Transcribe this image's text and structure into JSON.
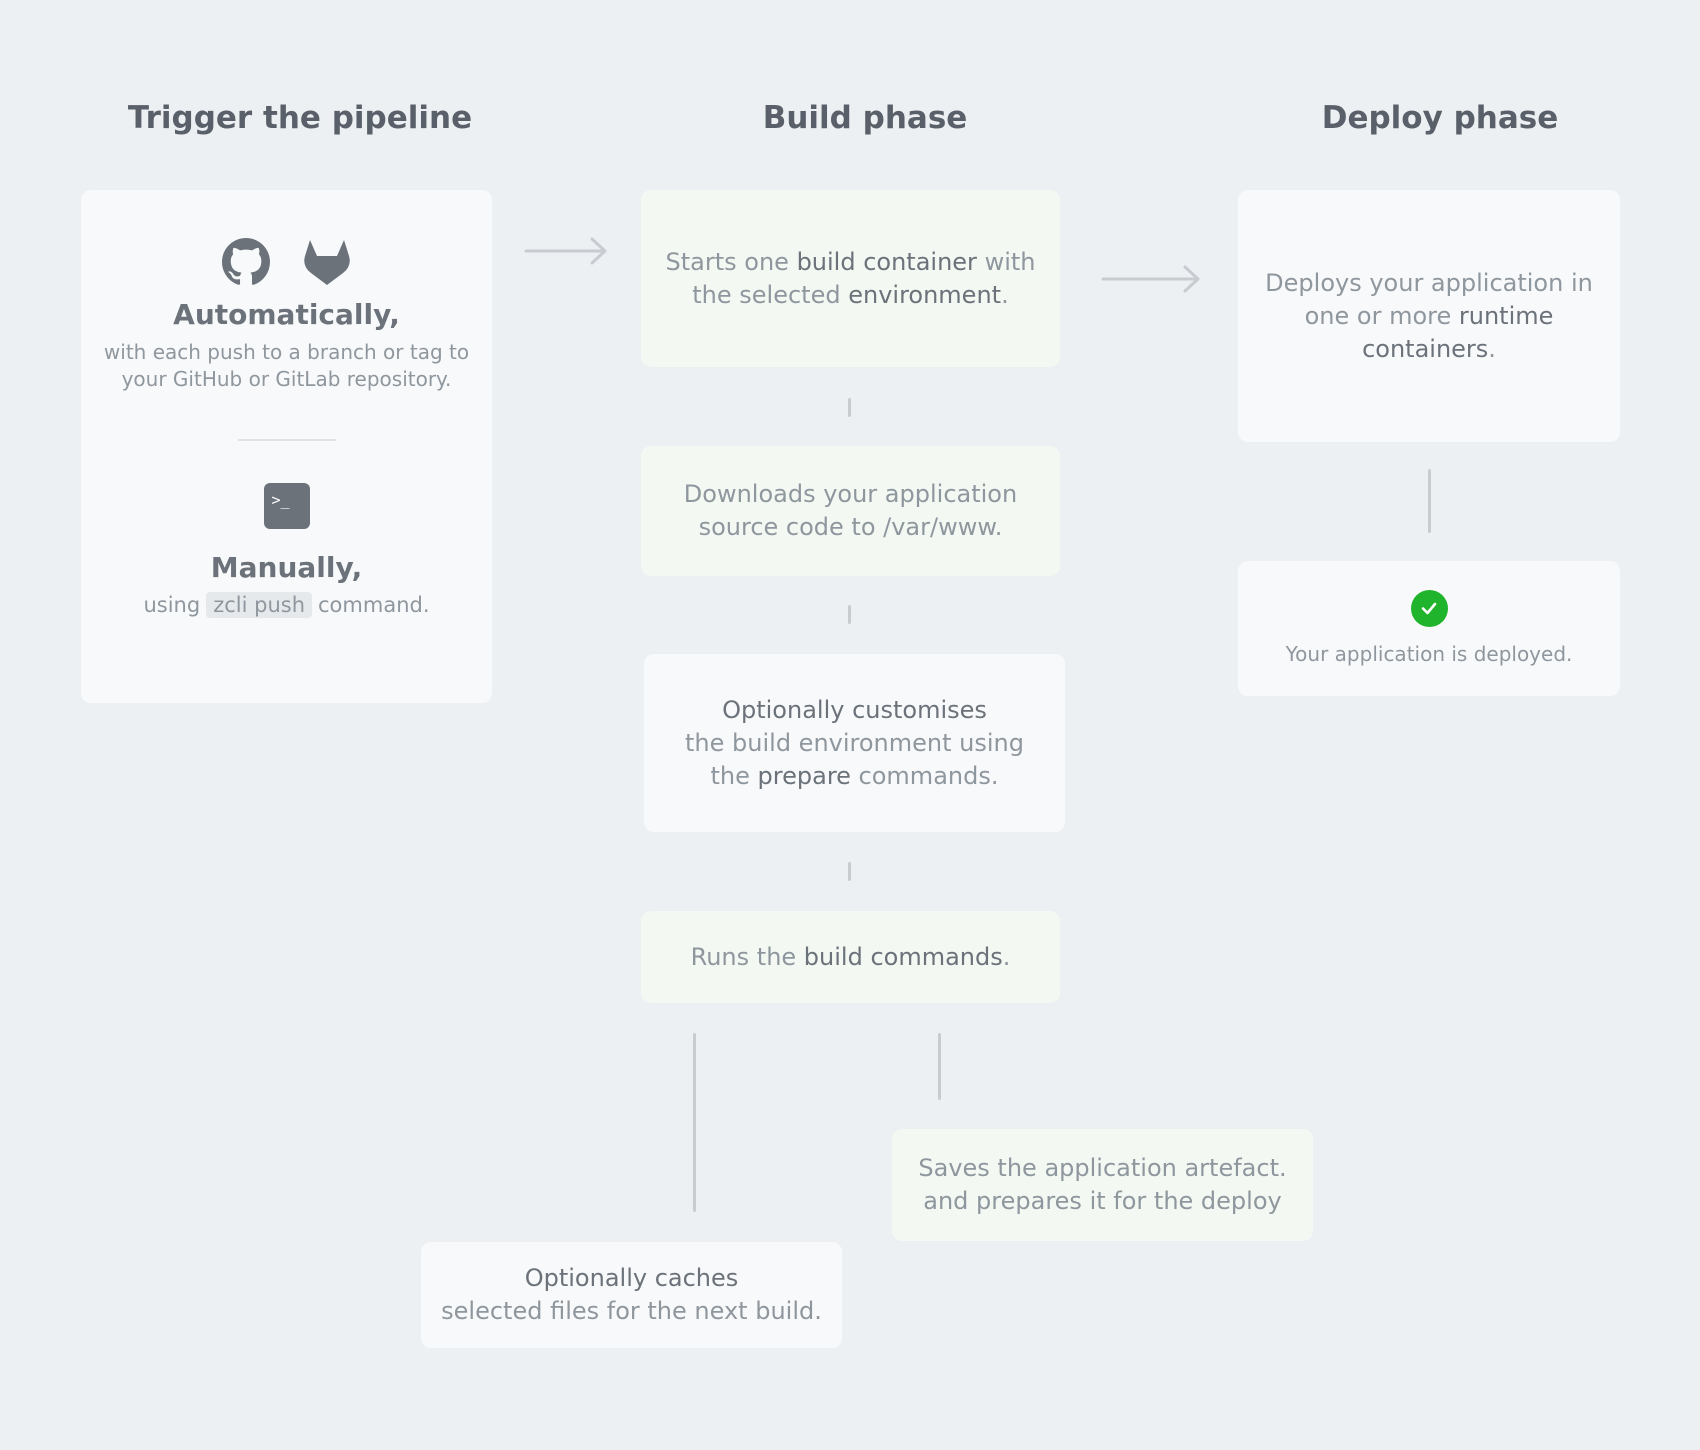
{
  "headings": {
    "trigger": "Trigger the pipeline",
    "build": "Build phase",
    "deploy": "Deploy phase"
  },
  "trigger": {
    "icons": [
      "github-icon",
      "gitlab-icon",
      "terminal-icon"
    ],
    "terminal_glyph": ">_",
    "auto_title": "Automatically,",
    "auto_desc_1": "with each push to a branch or tag to",
    "auto_desc_2": "your GitHub or GitLab repository.",
    "manual_title": "Manually,",
    "manual_pre": "using",
    "manual_code": "zcli push",
    "manual_post": "command."
  },
  "build": {
    "step1": {
      "t1": "Starts one ",
      "b1": "build container",
      "t2": " with",
      "t3": "the selected ",
      "b2": "environment",
      "t4": "."
    },
    "step2": {
      "l1": "Downloads your application",
      "l2": "source code to /var/www."
    },
    "step3": {
      "b1": "Optionally customises",
      "l2": "the build environment using",
      "t3": "the ",
      "b3": "prepare",
      "t4": " commands."
    },
    "step4": {
      "t1": "Runs the ",
      "b1": "build commands",
      "t2": "."
    },
    "cache": {
      "b1": "Optionally caches",
      "l2": "selected files for the next build."
    },
    "artefact": {
      "l1": "Saves the application artefact.",
      "l2": "and prepares it for the deploy"
    }
  },
  "deploy": {
    "step1": {
      "l1": "Deploys your application in",
      "t2": "one or more ",
      "b2": "runtime",
      "b3": "containers",
      "t3": "."
    },
    "done": {
      "icon": "check-circle-icon",
      "text": "Your application is deployed."
    }
  },
  "colors": {
    "background": "#edf0f3",
    "card_white": "#f8f9fb",
    "card_green": "#f3f8f3",
    "heading": "#5a6069",
    "text": "#8f979e",
    "text_strong": "#6b727a",
    "connector": "#c8ccd1",
    "success": "#1fb42b"
  }
}
